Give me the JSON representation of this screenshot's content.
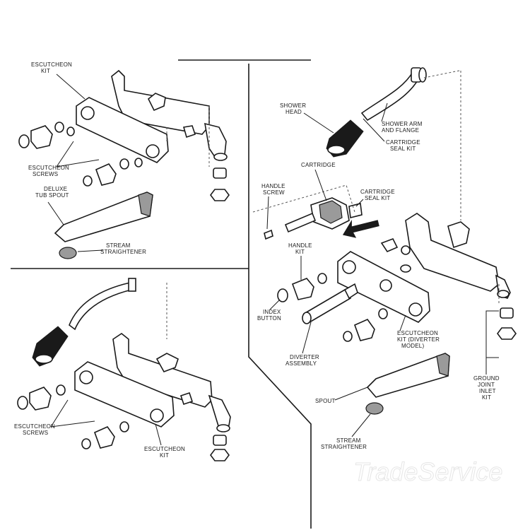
{
  "labels": {
    "tl_escutcheon_kit": [
      "ESCUTCHEON",
      "KIT"
    ],
    "tl_escutcheon_screws": [
      "ESCUTCHEON",
      "SCREWS"
    ],
    "tl_deluxe_tub_spout": [
      "DELUXE",
      "TUB SPOUT"
    ],
    "tl_stream_straightener": [
      "STREAM",
      "STRAIGHTENER"
    ],
    "bl_escutcheon_screws": [
      "ESCUTCHEON",
      "SCREWS"
    ],
    "bl_escutcheon_kit": [
      "ESCUTCHEON",
      "KIT"
    ],
    "r_shower_head": [
      "SHOWER",
      "HEAD"
    ],
    "r_shower_arm_flange": [
      "SHOWER ARM",
      "AND FLANGE"
    ],
    "r_cartridge_seal_kit_top": [
      "CARTRIDGE",
      "SEAL KIT"
    ],
    "r_cartridge": [
      "CARTRIDGE"
    ],
    "r_handle_screw": [
      "HANDLE",
      "SCREW"
    ],
    "r_cartridge_seal_kit": [
      "CARTRIDGE",
      "SEAL KIT"
    ],
    "r_handle_kit": [
      "HANDLE",
      "KIT"
    ],
    "r_index_button": [
      "INDEX",
      "BUTTON"
    ],
    "r_diverter_assembly": [
      "DIVERTER",
      "ASSEMBLY"
    ],
    "r_escutcheon_kit_diverter": [
      "ESCUTCHEON",
      "KIT (DIVERTER",
      "MODEL)"
    ],
    "r_ground_joint_inlet_kit": [
      "GROUND",
      "JOINT",
      "INLET",
      "KIT"
    ],
    "r_spout": [
      "SPOUT"
    ],
    "r_stream_straightener": [
      "STREAM",
      "STRAIGHTENER"
    ]
  },
  "watermark": "TradeService"
}
